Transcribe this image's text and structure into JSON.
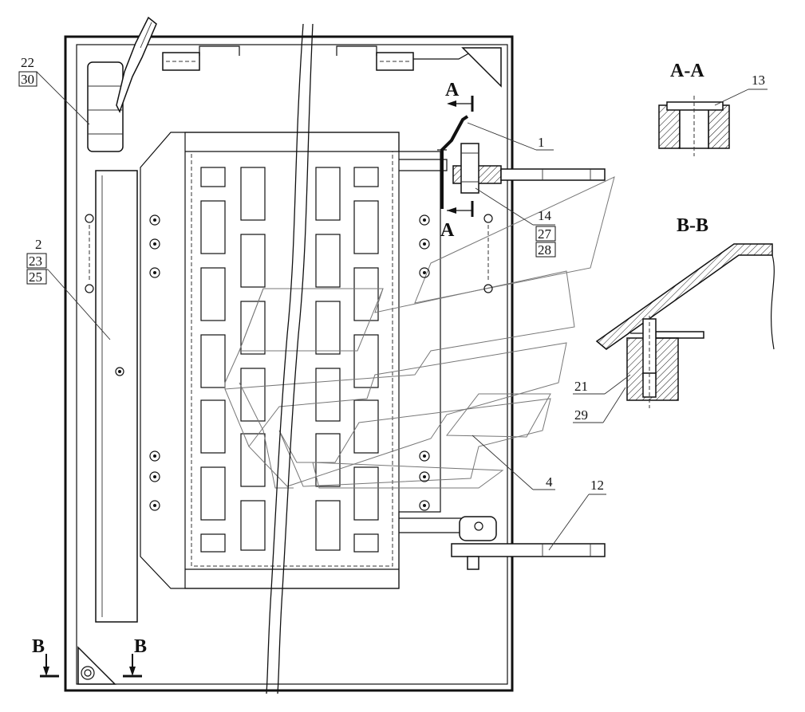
{
  "sections": {
    "aa_title": "A-A",
    "bb_title": "B-B"
  },
  "section_marks": {
    "a_top": "A",
    "a_bottom": "A",
    "b_left": "B",
    "b_right": "B"
  },
  "callouts": {
    "c22": "22",
    "c30": "30",
    "c2": "2",
    "c23": "23",
    "c25": "25",
    "c1": "1",
    "c14": "14",
    "c27": "27",
    "c28": "28",
    "c13": "13",
    "c21": "21",
    "c29": "29",
    "c4": "4",
    "c12": "12"
  }
}
